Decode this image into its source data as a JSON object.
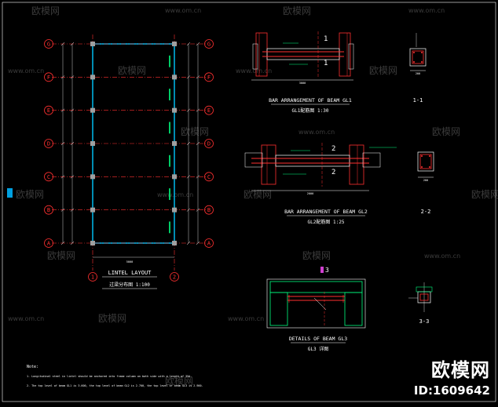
{
  "watermark": {
    "brand": "欧模网",
    "url": "www.om.cn"
  },
  "brand_badge": {
    "name": "欧模网",
    "id": "ID:1609642"
  },
  "lintel_layout": {
    "title_en": "LINTEL LAYOUT",
    "title_cn": "过梁分布图 1:100",
    "grid_rows": [
      "G",
      "F",
      "E",
      "D",
      "C",
      "B",
      "A"
    ],
    "grid_cols": [
      "1",
      "2"
    ],
    "dim_bottom": "5000"
  },
  "beam_gl1": {
    "title_en": "BAR ARRANGEMENT OF BEAM GL1",
    "title_cn": "GL1配筋图 1:30",
    "section_mark": "1",
    "section_title": "1-1",
    "dim_span": "3000",
    "dim_sec": "200"
  },
  "beam_gl2": {
    "title_en": "BAR ARRANGEMENT OF BEAM GL2",
    "title_cn": "GL2配筋图 1:25",
    "section_mark": "2",
    "section_title": "2-2",
    "dim_span": "2000",
    "dim_sec": "200"
  },
  "beam_gl3": {
    "title_en": "DETAILS OF BEAM GL3",
    "title_cn": "GL3 详图",
    "section_mark": "3",
    "section_title": "3-3"
  },
  "notes": {
    "heading": "Note:",
    "line1": "1. Longitudinal steel in lintel should be anchored into frame column on both side with a length of 35d.",
    "line2": "2. The top level of beam GL1 is 3.600, the top level of beam GL2 is 2.700, the top level of beam GL3 is 2.900."
  }
}
